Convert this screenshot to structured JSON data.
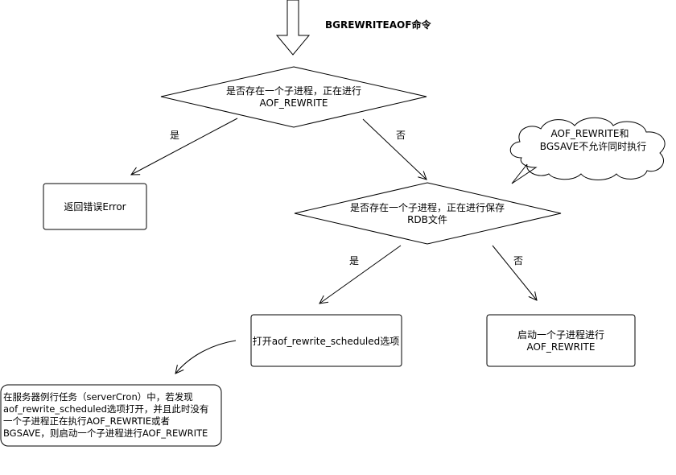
{
  "title": "BGREWRITEAOF命令",
  "decision1": {
    "line1": "是否存在一个子进程，正在进行",
    "line2": "AOF_REWRITE"
  },
  "yes1": "是",
  "no1": "否",
  "error_box": "返回错误Error",
  "cloud": {
    "line1": "AOF_REWRITE和",
    "line2": "BGSAVE不允许同时执行"
  },
  "decision2": {
    "line1": "是否存在一个子进程，正在进行保存",
    "line2": "RDB文件"
  },
  "yes2": "是",
  "no2": "否",
  "schedule_box": "打开aof_rewrite_scheduled选项",
  "start_box": {
    "line1": "启动一个子进程进行",
    "line2": "AOF_REWRITE"
  },
  "cron_note": {
    "line1": "在服务器例行任务（serverCron）中，若发现",
    "line2": "aof_rewrite_scheduled选项打开，并且此时没有",
    "line3": "一个子进程正在执行AOF_REWRTIE或者",
    "line4": "BGSAVE，则启动一个子进程进行AOF_REWRITE"
  }
}
